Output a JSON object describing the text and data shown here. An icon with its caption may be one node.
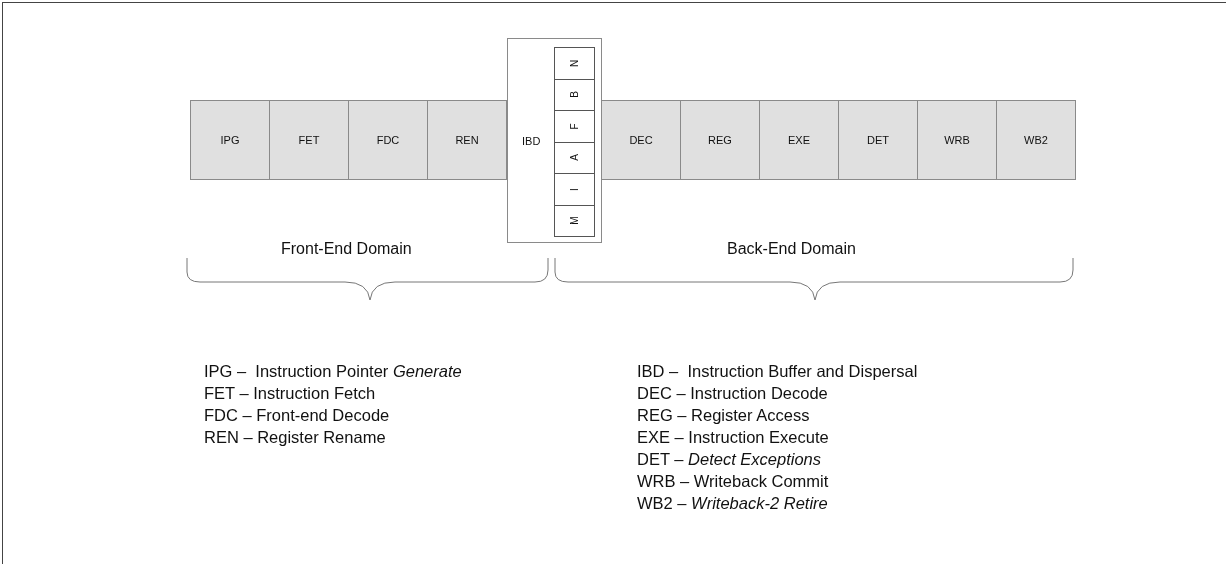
{
  "diagram": {
    "nodes": [
      {
        "text": [
          "IPG"
        ]
      },
      {
        "text": [
          "FET"
        ]
      },
      {
        "text": [
          "FDC"
        ]
      },
      {
        "text": [
          "REN"
        ]
      },
      {
        "text": [
          "IBD"
        ]
      },
      {
        "text": [
          "M"
        ],
        "in": 4
      },
      {
        "text": [
          "I"
        ],
        "in": 4
      },
      {
        "text": [
          "A"
        ],
        "in": 4
      },
      {
        "text": [
          "F"
        ],
        "in": 4
      },
      {
        "text": [
          "B"
        ],
        "in": 4
      },
      {
        "text": [
          "N"
        ],
        "in": 4
      },
      {
        "text": [
          "DEC"
        ]
      },
      {
        "text": [
          "REG"
        ]
      },
      {
        "text": [
          "EXE"
        ]
      },
      {
        "text": [
          "DET"
        ]
      },
      {
        "text": [
          "WRB"
        ]
      },
      {
        "text": [
          "WB2"
        ]
      }
    ],
    "edges": [],
    "labels": [
      "Front-End Domain",
      "Back-End Domain",
      "IPG –  Instruction Pointer *Generate*",
      "FET – Instruction Fetch",
      "FDC – Front-end Decode",
      "REN – Register Rename",
      "IBD –  Instruction Buffer and Dispersal",
      "DEC – Instruction Decode",
      "REG – Register Access",
      "EXE – Instruction Execute",
      "DET – *Detect Exceptions*",
      "WRB – Writeback Commit",
      "WB2 – *Writeback-2 Retire*"
    ]
  }
}
